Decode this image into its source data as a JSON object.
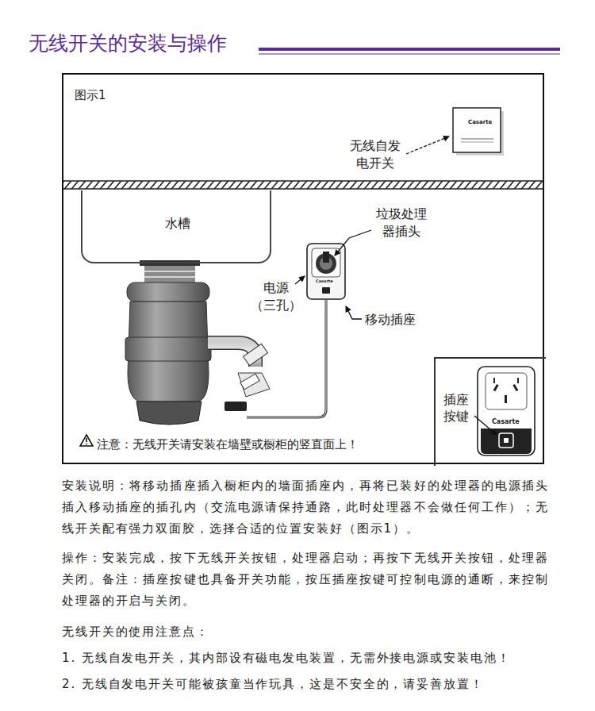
{
  "diagram": {
    "title": "无线开关的安装与操作",
    "nodes": [
      {
        "text": [
          "图示1"
        ]
      },
      {
        "text": [
          "水槽"
        ],
        "in": 0
      },
      {
        "text": [
          "插座 按键"
        ],
        "in": 0
      }
    ],
    "labels": [
      "Casarte",
      "无线自发 电开关",
      "垃圾处理 器插头",
      "电源 （三孔）",
      "移动插座",
      "Casarte",
      "Casarte",
      "注意：无线开关请安装在墙壁或橱柜的竖直面上！",
      "安装说明：将移动插座插入橱柜内的墙面插座内，再将已装好的处理器的电源插头插入移动插座的插孔内（交流电源请保持通路，此时处理器不会做任何工作）；无线开关配有强力双面胶，选择合适的位置安装好（图示1）。",
      "操作：安装完成，按下无线开关按钮，处理器启动；再按下无线开关按钮，处理器关闭。备注：插座按键也具备开关功能，按压插座按键可控制电源的通断，来控制处理器的开启与关闭。",
      "无线开关的使用注意点：",
      "1. 无线自发电开关，其内部设有磁电发电装置，无需外接电源或安装电池！",
      "2. 无线自发电开关可能被孩童当作玩具，这是不安全的，请妥善放置！"
    ]
  }
}
